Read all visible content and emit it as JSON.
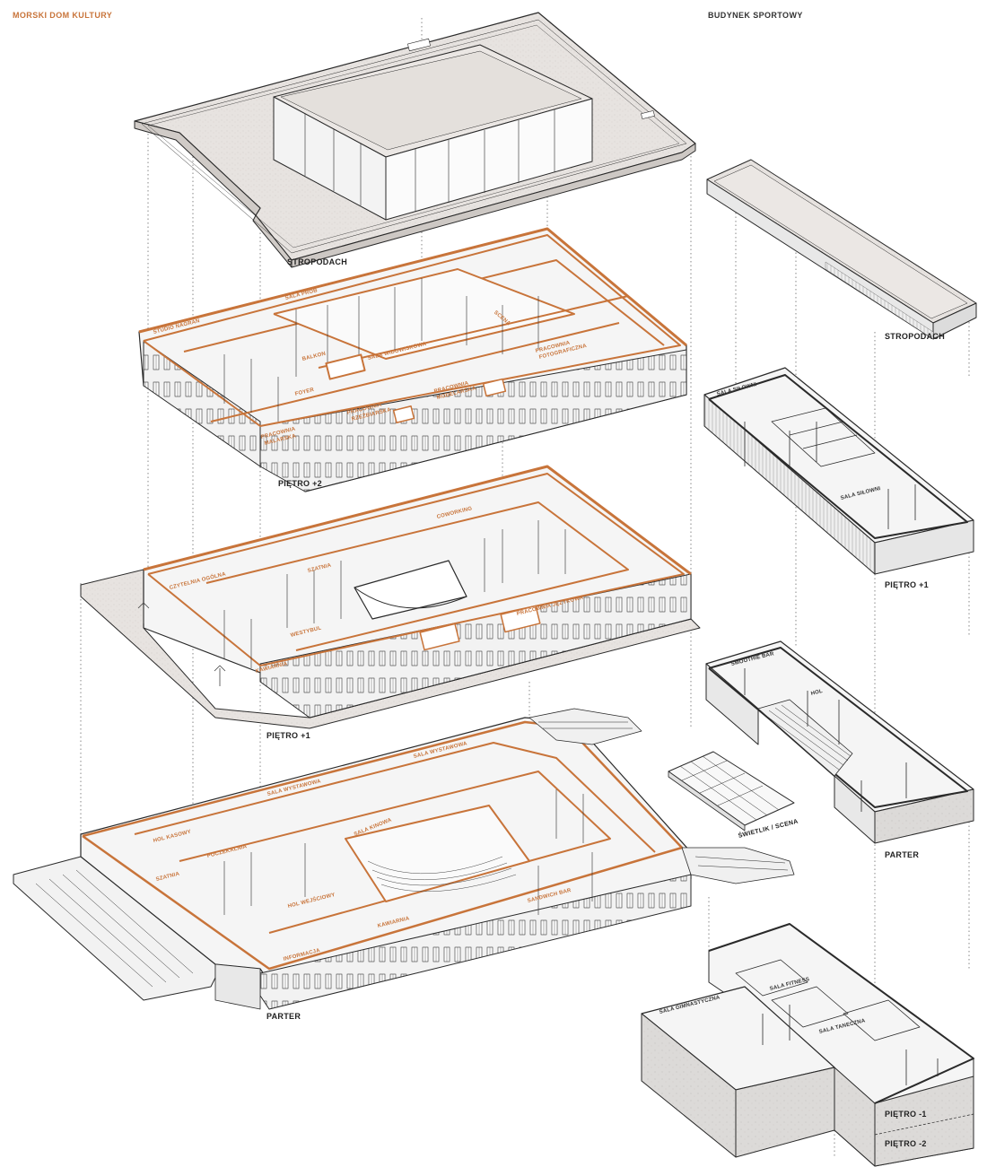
{
  "headers": {
    "left": "MORSKI DOM KULTURY",
    "right": "BUDYNEK SPORTOWY"
  },
  "floors_left": {
    "roof": "STROPODACH",
    "floor2": "PIĘTRO +2",
    "floor1": "PIĘTRO +1",
    "ground": "PARTER"
  },
  "floors_right": {
    "roof": "STROPODACH",
    "floor1": "PIĘTRO +1",
    "ground": "PARTER",
    "skylight": "ŚWIETLIK / SCENA",
    "basement1": "PIĘTRO -1",
    "basement2": "PIĘTRO -2"
  },
  "rooms_floor2": {
    "sala_prob": "SALA PRÓB",
    "studio": "STUDIO NAGRAŃ",
    "scena": "SCENA",
    "balkon": "BALKON",
    "sala_widowiskowa": "SALA WIDOWISKOWA",
    "pracownia_foto_1": "PRACOWNIA",
    "pracownia_foto_2": "FOTOGRAFICZNA",
    "foyer": "FOYER",
    "pracownia_model_1": "PRACOWNIA",
    "pracownia_model_2": "MODELARSKA",
    "pracownia_rzezb_1": "PRACOWNIA",
    "pracownia_rzezb_2": "RZEŹBIARSKA",
    "pracownia_malar_1": "PRACOWNIA",
    "pracownia_malar_2": "MALARSKA"
  },
  "rooms_floor1": {
    "coworking": "COWORKING",
    "szatnia": "SZATNIA",
    "czytelnia": "CZYTELNIA OGÓLNA",
    "pracownia_jezykowa": "PRACOWNIA JĘZYKOWA",
    "westybul": "WESTYBUL",
    "kawiarnia": "KAWIARNIA"
  },
  "rooms_ground": {
    "sala_wystawowa_1": "SALA WYSTAWOWA",
    "sala_wystawowa_2": "SALA WYSTAWOWA",
    "hol_kasowy": "HOL KASOWY",
    "poczekalnia": "POCZEKALNIA",
    "sala_kinowa": "SALA KINOWA",
    "szatnia": "SZATNIA",
    "hol_wejsciowy": "HOL WEJŚCIOWY",
    "sandwich_bar": "SANDWICH BAR",
    "kawiarnia": "KAWIARNIA",
    "informacja": "INFORMACJA"
  },
  "rooms_sport": {
    "sala_silowni_1": "SALA SIŁOWNI",
    "sala_silowni_2": "SALA SIŁOWNI",
    "smoothie_bar": "SMOOTHIE BAR",
    "hol": "HOL",
    "sala_fitness": "SALA FITNESS",
    "sala_gimnastyczna": "SALA GIMNASTYCZNA",
    "sala_taneczna": "SALA TANECZNA"
  },
  "colors": {
    "accent": "#c8743a",
    "line": "#2a2a2a",
    "roof_fill": "#e6e2df",
    "slab": "#f4f4f4",
    "concrete": "#dedcda"
  }
}
